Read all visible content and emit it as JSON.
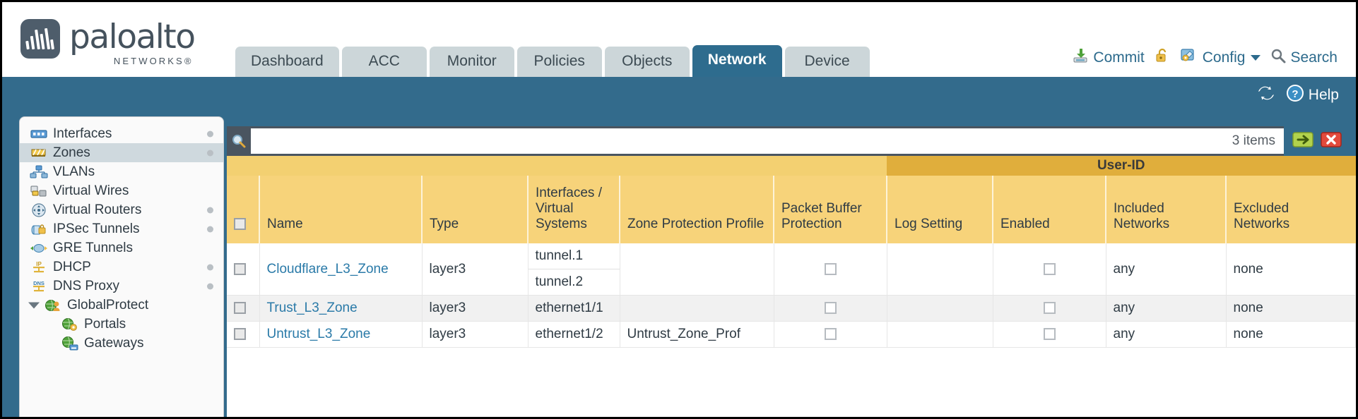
{
  "brand": {
    "name": "paloalto",
    "tagline": "NETWORKS®",
    "logo_icon": "paloalto-logo-icon"
  },
  "tabs": [
    {
      "label": "Dashboard",
      "active": false
    },
    {
      "label": "ACC",
      "active": false
    },
    {
      "label": "Monitor",
      "active": false
    },
    {
      "label": "Policies",
      "active": false
    },
    {
      "label": "Objects",
      "active": false
    },
    {
      "label": "Network",
      "active": true
    },
    {
      "label": "Device",
      "active": false
    }
  ],
  "header_actions": {
    "commit": "Commit",
    "commit_icon": "commit-save-icon",
    "lock_icon": "padlock-unlocked-icon",
    "config": "Config",
    "config_icon": "config-wrench-key-icon",
    "search": "Search",
    "search_icon": "search-magnifier-icon"
  },
  "subbar": {
    "refresh_icon": "refresh-icon",
    "help": "Help",
    "help_icon": "help-question-icon"
  },
  "sidebar": {
    "items": [
      {
        "label": "Interfaces",
        "icon": "interfaces-icon",
        "selected": false,
        "dot": true,
        "child": false,
        "expander": false
      },
      {
        "label": "Zones",
        "icon": "zones-icon",
        "selected": true,
        "dot": true,
        "child": false,
        "expander": false
      },
      {
        "label": "VLANs",
        "icon": "vlans-icon",
        "selected": false,
        "dot": false,
        "child": false,
        "expander": false
      },
      {
        "label": "Virtual Wires",
        "icon": "virtual-wires-icon",
        "selected": false,
        "dot": false,
        "child": false,
        "expander": false
      },
      {
        "label": "Virtual Routers",
        "icon": "virtual-routers-icon",
        "selected": false,
        "dot": true,
        "child": false,
        "expander": false
      },
      {
        "label": "IPSec Tunnels",
        "icon": "ipsec-tunnels-icon",
        "selected": false,
        "dot": true,
        "child": false,
        "expander": false
      },
      {
        "label": "GRE Tunnels",
        "icon": "gre-tunnels-icon",
        "selected": false,
        "dot": false,
        "child": false,
        "expander": false
      },
      {
        "label": "DHCP",
        "icon": "dhcp-icon",
        "selected": false,
        "dot": true,
        "child": false,
        "expander": false
      },
      {
        "label": "DNS Proxy",
        "icon": "dns-proxy-icon",
        "selected": false,
        "dot": true,
        "child": false,
        "expander": false
      },
      {
        "label": "GlobalProtect",
        "icon": "globalprotect-icon",
        "selected": false,
        "dot": false,
        "child": false,
        "expander": true
      },
      {
        "label": "Portals",
        "icon": "portals-icon",
        "selected": false,
        "dot": false,
        "child": true,
        "expander": false
      },
      {
        "label": "Gateways",
        "icon": "gateways-icon",
        "selected": false,
        "dot": false,
        "child": true,
        "expander": false
      }
    ]
  },
  "search": {
    "value": "",
    "placeholder": "",
    "icon": "search-magnifier-icon",
    "items_count": "3 items",
    "apply_icon": "apply-arrow-icon",
    "clear_icon": "clear-x-icon"
  },
  "table": {
    "group_header": {
      "user_id": "User-ID"
    },
    "columns": [
      "Name",
      "Type",
      "Interfaces / Virtual Systems",
      "Zone Protection Profile",
      "Packet Buffer Protection",
      "Log Setting",
      "Enabled",
      "Included Networks",
      "Excluded Networks"
    ],
    "rows": [
      {
        "name": "Cloudflare_L3_Zone",
        "type": "layer3",
        "interfaces": [
          "tunnel.1",
          "tunnel.2"
        ],
        "zone_protection_profile": "",
        "packet_buffer_protection": false,
        "log_setting": "",
        "userid_enabled": false,
        "included_networks": "any",
        "excluded_networks": "none"
      },
      {
        "name": "Trust_L3_Zone",
        "type": "layer3",
        "interfaces": [
          "ethernet1/1"
        ],
        "zone_protection_profile": "",
        "packet_buffer_protection": false,
        "log_setting": "",
        "userid_enabled": false,
        "included_networks": "any",
        "excluded_networks": "none"
      },
      {
        "name": "Untrust_L3_Zone",
        "type": "layer3",
        "interfaces": [
          "ethernet1/2"
        ],
        "zone_protection_profile": "Untrust_Zone_Prof",
        "packet_buffer_protection": false,
        "log_setting": "",
        "userid_enabled": false,
        "included_networks": "any",
        "excluded_networks": "none"
      }
    ]
  },
  "colors": {
    "accent_blue": "#336b8c",
    "tab_active": "#2e6c8e",
    "tab_inactive": "#ccd6d9",
    "header_yellow": "#f7d37a",
    "group_gold": "#e0ae3c",
    "link_blue": "#2a7aa8",
    "dark_slate": "#4a5560"
  }
}
